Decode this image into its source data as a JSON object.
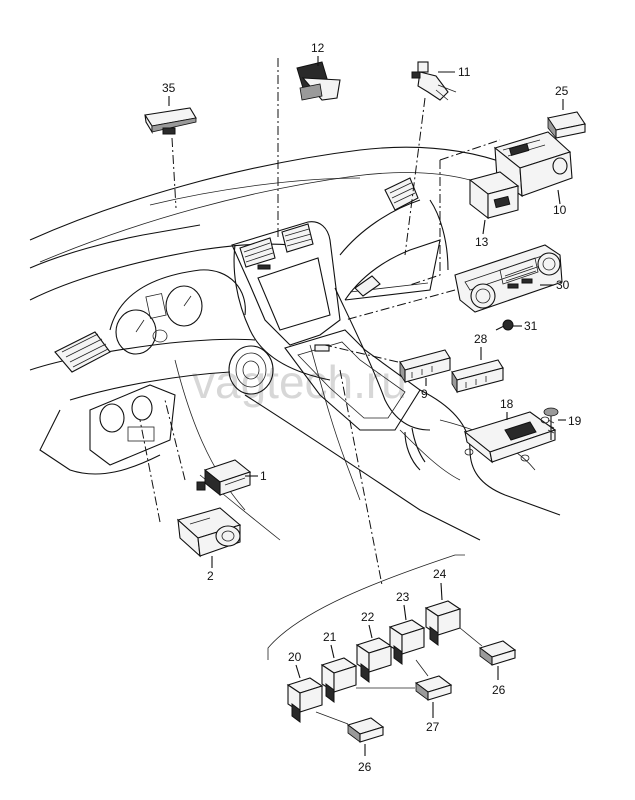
{
  "watermark": "vagtech.ru",
  "callouts": {
    "c1": "1",
    "c2": "2",
    "c9": "9",
    "c10": "10",
    "c11": "11",
    "c12": "12",
    "c13": "13",
    "c18": "18",
    "c19": "19",
    "c20": "20",
    "c21": "21",
    "c22": "22",
    "c23": "23",
    "c24": "24",
    "c25": "25",
    "c26a": "26",
    "c26b": "26",
    "c27": "27",
    "c28": "28",
    "c30": "30",
    "c31": "31",
    "c35": "35"
  }
}
